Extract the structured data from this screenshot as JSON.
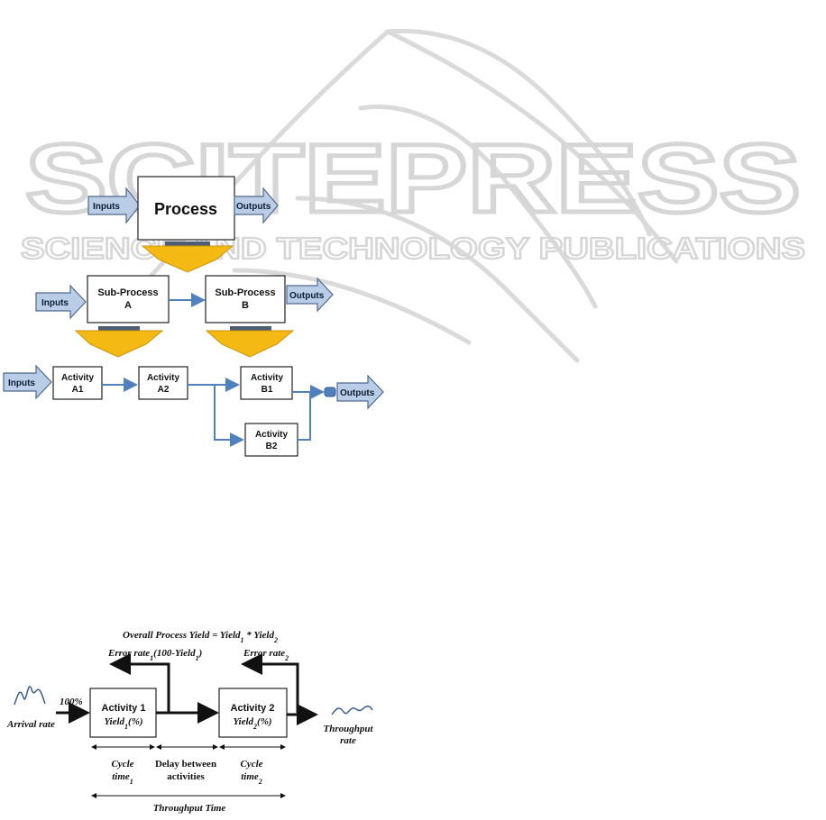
{
  "watermark": {
    "title": "SCITEPRESS",
    "subtitle": "SCIENCE AND TECHNOLOGY PUBLICATIONS"
  },
  "hierarchy": {
    "level1": {
      "input": "Inputs",
      "box": "Process",
      "output": "Outputs"
    },
    "level2": {
      "input": "Inputs",
      "box_a": [
        "Sub-Process",
        "A"
      ],
      "box_b": [
        "Sub-Process",
        "B"
      ],
      "output": "Outputs"
    },
    "level3": {
      "input": "Inputs",
      "a1": [
        "Activity",
        "A1"
      ],
      "a2": [
        "Activity",
        "A2"
      ],
      "b1": [
        "Activity",
        "B1"
      ],
      "b2": [
        "Activity",
        "B2"
      ],
      "output": "Outputs"
    },
    "colors": {
      "arrow_fill": "#b9cde6",
      "connector": "#4f81bd",
      "funnel": "#f5b914",
      "funnel_cap": "#4d5d75"
    }
  },
  "yield_diagram": {
    "overall_prefix": "Overall Process Yield = Yield",
    "overall_mid": " * Yield",
    "sub1": "1",
    "sub2": "2",
    "error1_prefix": "Error rate",
    "error1_mid": "(100-Yield",
    "error1_suffix": ")",
    "error2": "Error rate",
    "input_pct": "100%",
    "arrival": "Arrival rate",
    "activity1": "Activity 1",
    "activity2": "Activity 2",
    "yield_word": "Yield",
    "yield_suffix": "(%)",
    "throughput_rate": [
      "Throughput",
      "rate"
    ],
    "cycle": "Cycle",
    "time": "time",
    "delay": [
      "Delay between",
      "activities"
    ],
    "throughput_time": "Throughput Time"
  }
}
